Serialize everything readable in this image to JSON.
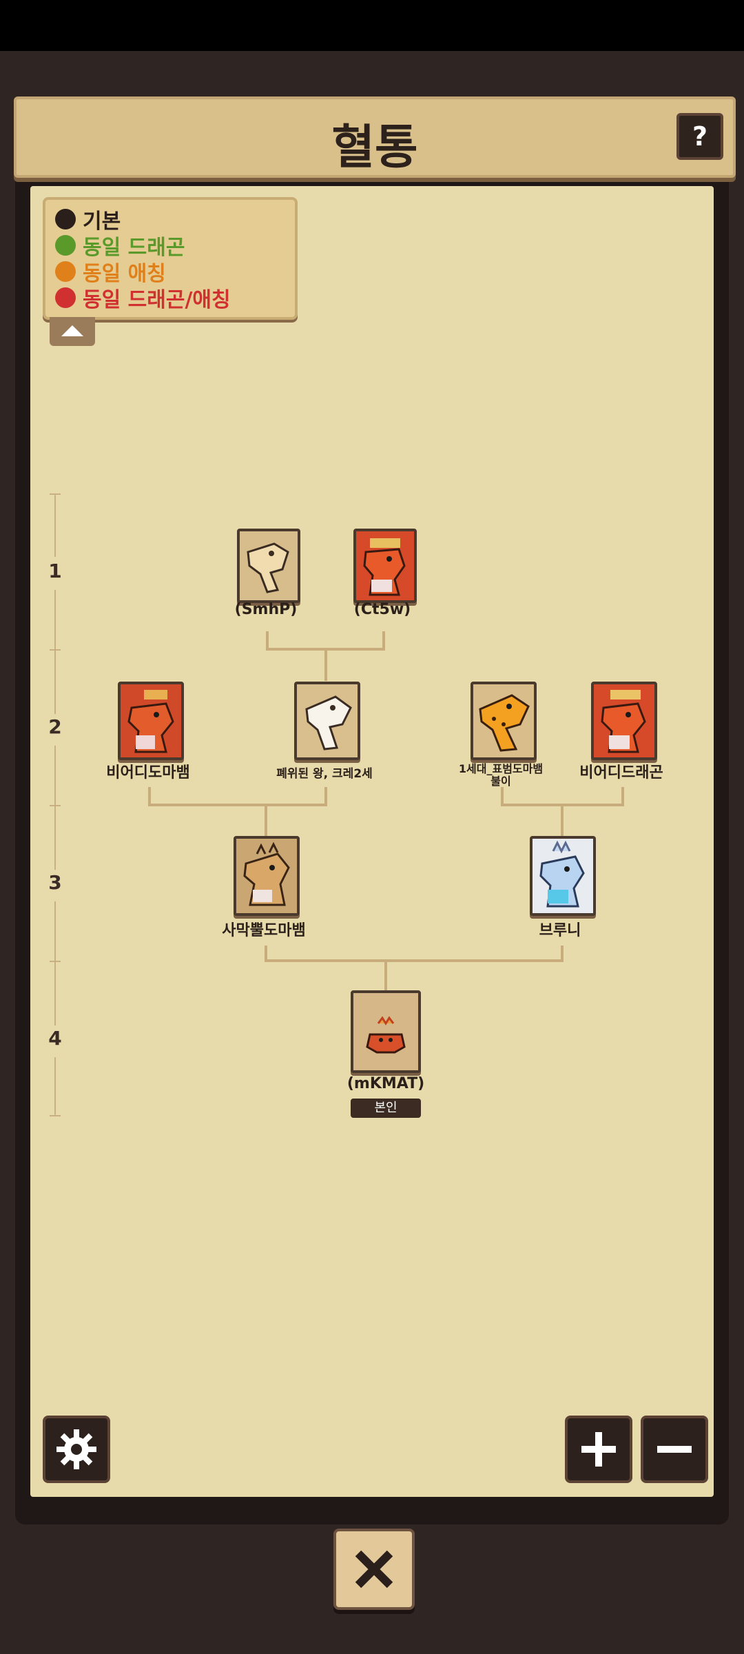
{
  "header": {
    "title": "혈통",
    "help_label": "?"
  },
  "legend": {
    "items": [
      {
        "label": "기본",
        "color": "#2a1f1a"
      },
      {
        "label": "동일 드래곤",
        "color": "#5a9a2a"
      },
      {
        "label": "동일 애칭",
        "color": "#e0801a"
      },
      {
        "label": "동일 드래곤/애칭",
        "color": "#d03030"
      }
    ]
  },
  "generations": [
    "1",
    "2",
    "3",
    "4"
  ],
  "nodes": {
    "smhp": "(SmhP)",
    "ct5w": "(Ct5w)",
    "beer_domabaem": "비어디도마뱀",
    "fallen_king": "폐위된 왕, 크레2세",
    "leopard_line1": "1세대_표범도마뱀",
    "leopard_line2": "불이",
    "beer_dragon": "비어디드래곤",
    "desert_horn": "사막뿔도마뱀",
    "bruni": "브루니",
    "me": "(mKMAT)"
  },
  "me_badge": "본인",
  "controls": {
    "settings": "gear-icon",
    "zoom_in": "plus-icon",
    "zoom_out": "minus-icon",
    "close": "close-icon"
  }
}
